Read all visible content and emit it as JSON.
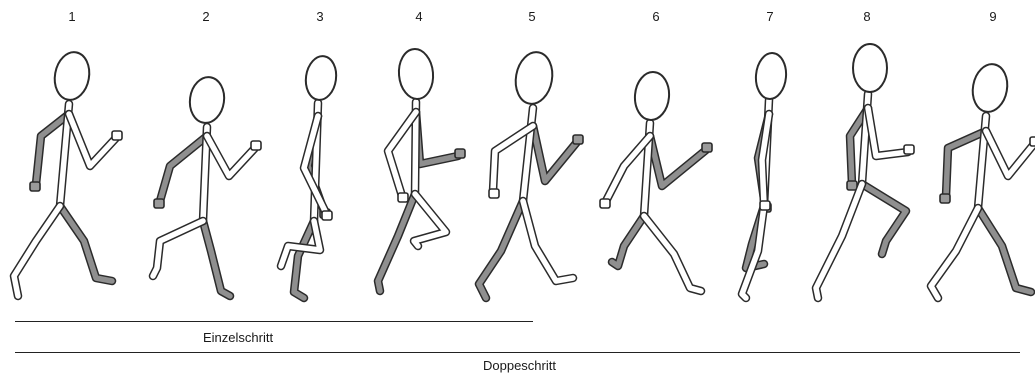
{
  "frames": [
    {
      "number": "1"
    },
    {
      "number": "2"
    },
    {
      "number": "3"
    },
    {
      "number": "4"
    },
    {
      "number": "5"
    },
    {
      "number": "6"
    },
    {
      "number": "7"
    },
    {
      "number": "8"
    },
    {
      "number": "9"
    }
  ],
  "single_step": {
    "label": "Einzelschritt",
    "from_frame": "1",
    "to_frame": "5"
  },
  "double_step": {
    "label": "Doppeschritt",
    "from_frame": "1",
    "to_frame": "9"
  }
}
